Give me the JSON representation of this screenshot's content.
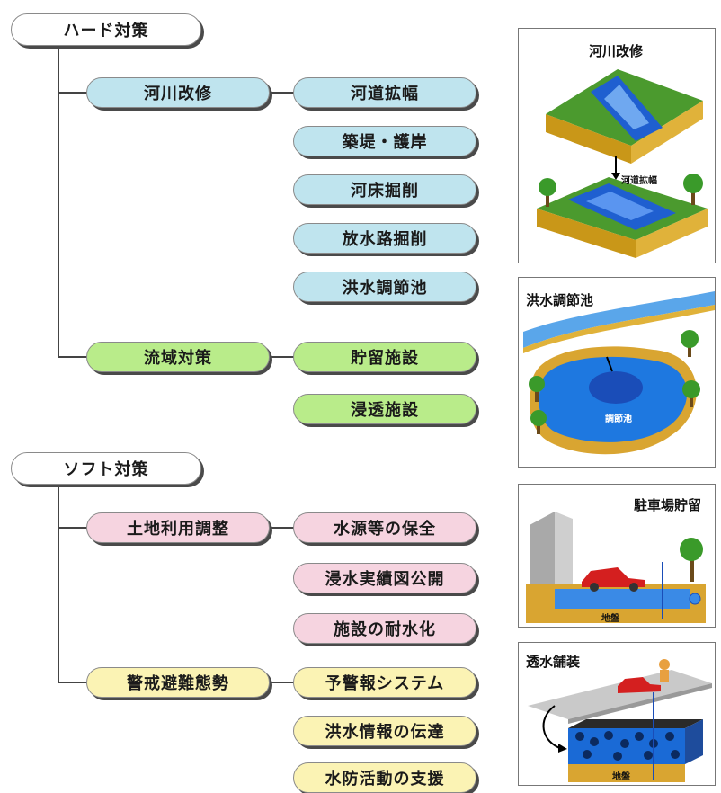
{
  "hard": {
    "title": "ハード対策",
    "groups": [
      {
        "label": "河川改修",
        "items": [
          "河道拡幅",
          "築堤・護岸",
          "河床掘削",
          "放水路掘削",
          "洪水調節池"
        ]
      },
      {
        "label": "流域対策",
        "items": [
          "貯留施設",
          "浸透施設"
        ]
      }
    ]
  },
  "soft": {
    "title": "ソフト対策",
    "groups": [
      {
        "label": "土地利用調整",
        "items": [
          "水源等の保全",
          "浸水実績図公開",
          "施設の耐水化"
        ]
      },
      {
        "label": "警戒避難態勢",
        "items": [
          "予警報システム",
          "洪水情報の伝達",
          "水防活動の支援"
        ]
      }
    ]
  },
  "panels": {
    "river": {
      "title": "河川改修",
      "arrow_label": "河道拡幅"
    },
    "pond": {
      "title": "洪水調節池",
      "inner_label": "調節池"
    },
    "parking": {
      "title": "駐車場貯留",
      "ground_label": "地盤"
    },
    "paving": {
      "title": "透水舗装",
      "ground_label": "地盤"
    }
  },
  "colors": {
    "blue": "#bfe4ee",
    "green": "#b9ec8a",
    "pink": "#f6d4e0",
    "yellow": "#fbf3b4"
  }
}
